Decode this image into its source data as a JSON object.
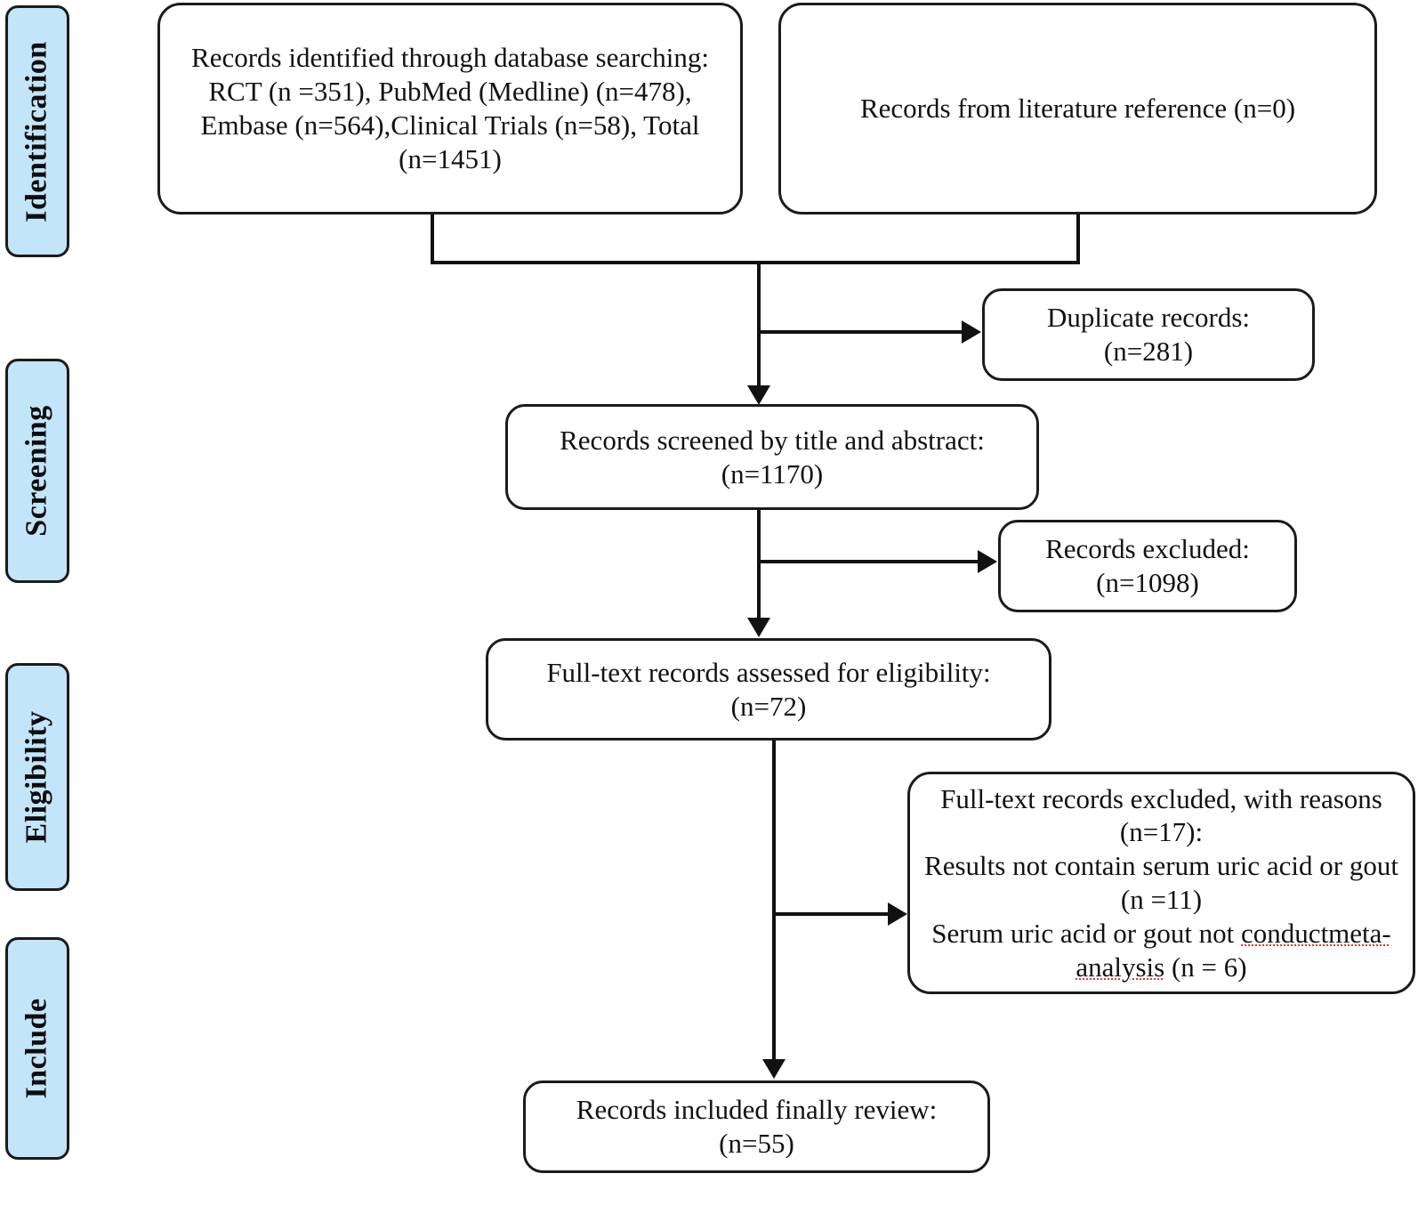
{
  "diagram": {
    "type": "PRISMA flow diagram",
    "stages": [
      {
        "id": "identification",
        "label": "Identification"
      },
      {
        "id": "screening",
        "label": "Screening"
      },
      {
        "id": "eligibility",
        "label": "Eligibility"
      },
      {
        "id": "include",
        "label": "Include"
      }
    ],
    "boxes": {
      "database_search": {
        "text": "Records identified through database searching: RCT (n =351), PubMed (Medline) (n=478), Embase (n=564),Clinical Trials (n=58), Total (n=1451)"
      },
      "literature_reference": {
        "text": "Records from literature reference (n=0)"
      },
      "duplicates": {
        "text": "Duplicate records:\n(n=281)"
      },
      "screened": {
        "text": "Records screened by title and abstract:\n(n=1170)"
      },
      "records_excluded": {
        "text": "Records excluded:\n(n=1098)"
      },
      "fulltext_assessed": {
        "text": "Full-text records assessed for eligibility:\n(n=72)"
      },
      "fulltext_excluded": {
        "line1": "Full-text records excluded, with reasons (n=17):",
        "line2": "Results not contain serum uric acid or gout (n =11)",
        "line3_prefix": "Serum uric acid or gout not ",
        "line3_flagged": "conductmeta-analysis",
        "line3_suffix": " (n = 6)"
      },
      "included_final": {
        "text": "Records included finally review:\n(n=55)"
      }
    },
    "counts": {
      "rct": 351,
      "pubmed_medline": 478,
      "embase": 564,
      "clinical_trials": 58,
      "total_identified": 1451,
      "literature_reference": 0,
      "duplicates": 281,
      "screened": 1170,
      "excluded_title_abstract": 1098,
      "fulltext_assessed": 72,
      "fulltext_excluded": 17,
      "excluded_no_sua_or_gout": 11,
      "excluded_no_meta_analysis": 6,
      "included_final": 55
    },
    "colors": {
      "stage_fill": "#c3e5f9",
      "stroke": "#1b1b1b",
      "text": "#121212",
      "spellcheck_underline": "#d63b2f",
      "background": "#ffffff"
    }
  }
}
